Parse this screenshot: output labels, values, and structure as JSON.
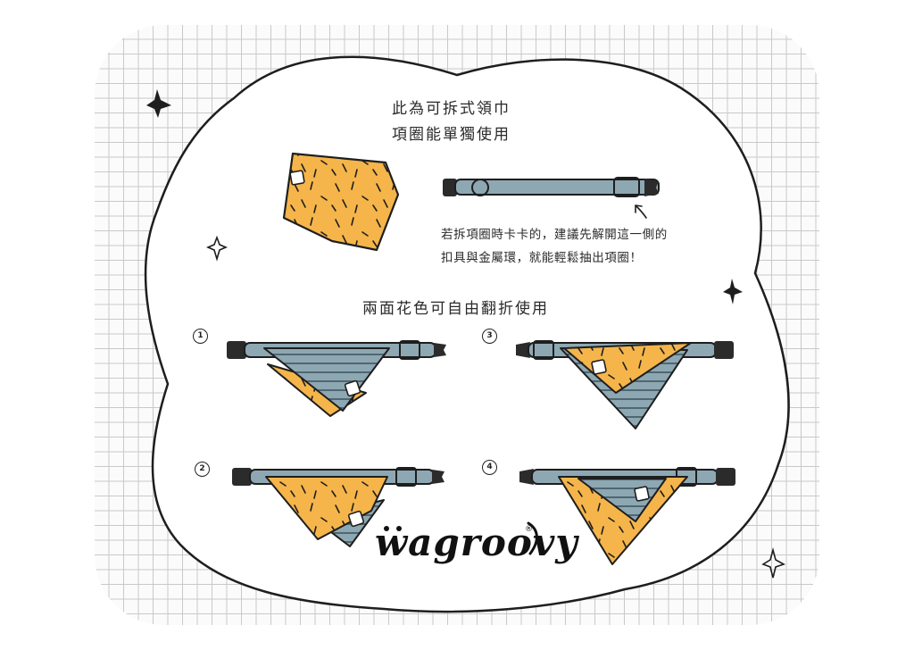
{
  "headings": {
    "detachable_line1": "此為可拆式領巾",
    "detachable_line2": "項圈能單獨使用",
    "reversible": "兩面花色可自由翻折使用"
  },
  "note": {
    "line1": "若拆項圈時卡卡的，建議先解開這一側的",
    "line2": "扣具與金屬環，就能輕鬆抽出項圈！"
  },
  "steps": [
    "1",
    "2",
    "3",
    "4"
  ],
  "brand": {
    "name": "wagroovy",
    "registered": "®"
  },
  "colors": {
    "mustard": "#f5b54a",
    "slate_blue": "#8ea8b3",
    "stripe": "#4f6770",
    "outline": "#1e1e1e",
    "buckle": "#2b2b2b",
    "grid_line": "#c9c9c9"
  }
}
